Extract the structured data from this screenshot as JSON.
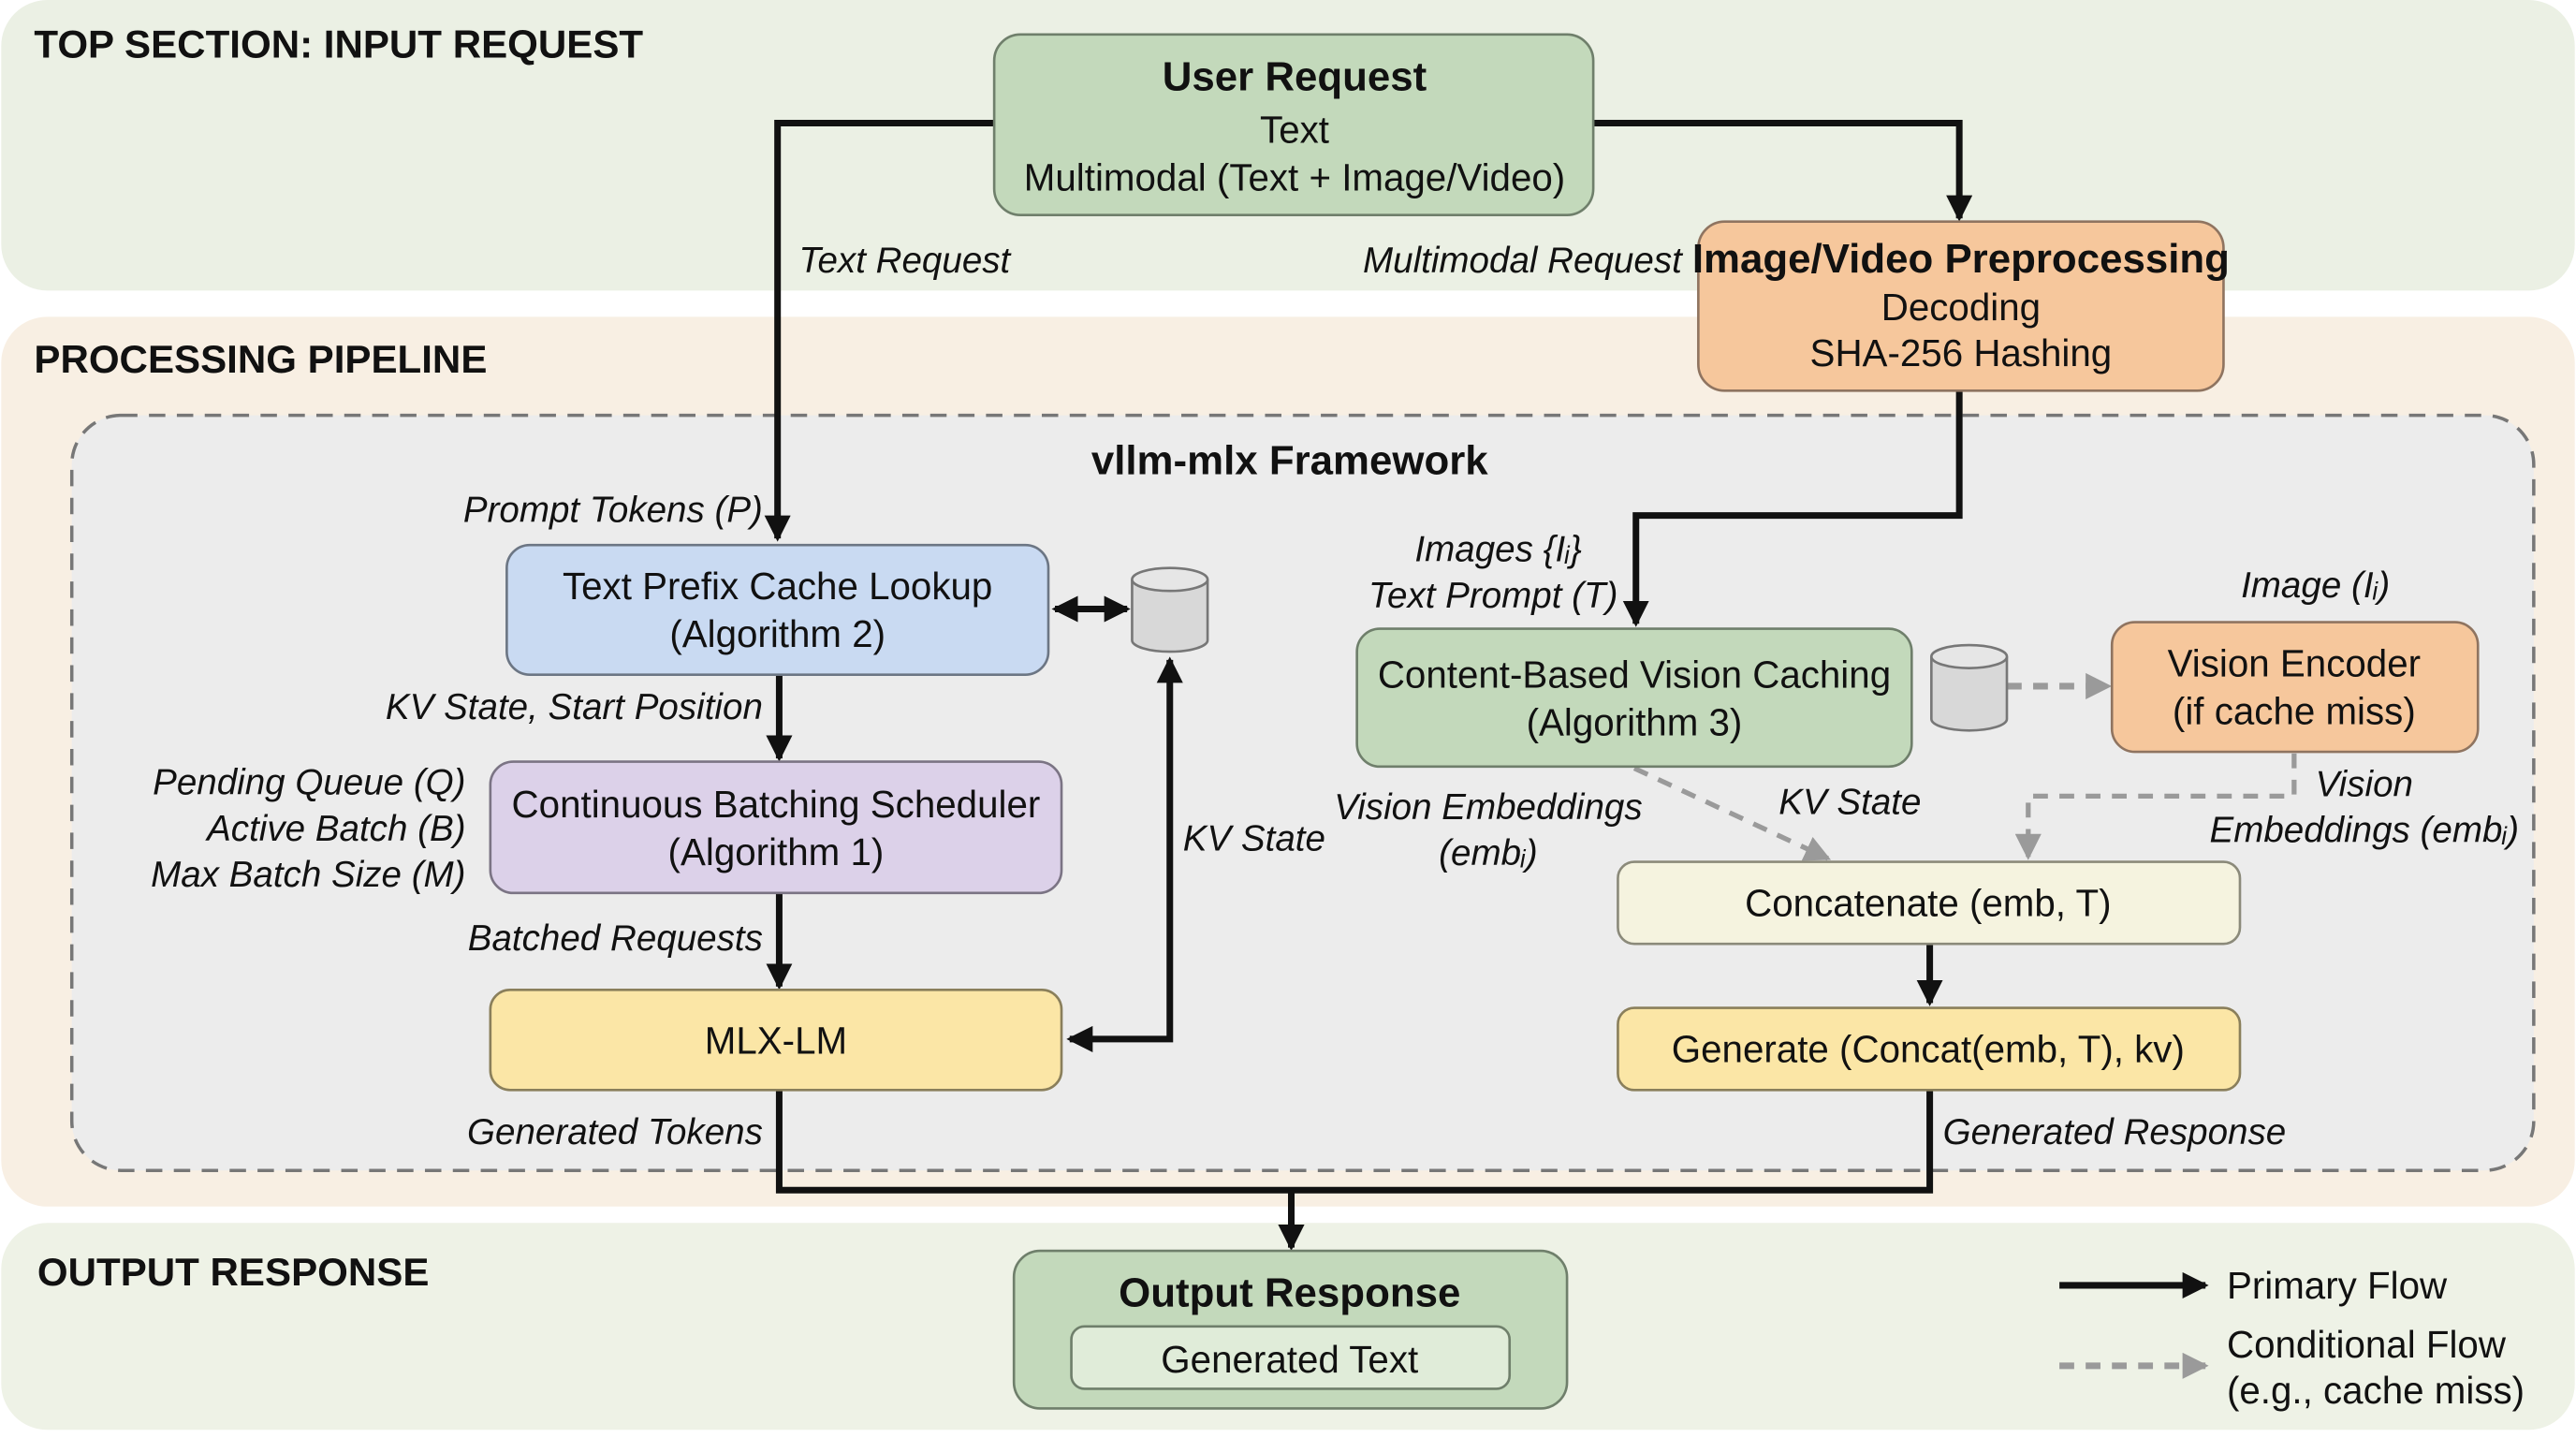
{
  "sections": {
    "top": "TOP SECTION: INPUT REQUEST",
    "pipeline": "PROCESSING PIPELINE",
    "output": "OUTPUT RESPONSE"
  },
  "framework_title": "vllm-mlx Framework",
  "colors": {
    "top_section_bg": "#ebf0e4",
    "pipeline_section_bg": "#f8efe3",
    "output_section_bg": "#eef2e6",
    "framework_bg": "#ececec",
    "green_box": "#c3d9bb",
    "orange_box": "#f6c79c",
    "blue_box": "#c9daf2",
    "purple_box": "#dcd1e9",
    "yellow_box": "#fbe6a6",
    "cream_box": "#f5f3df",
    "primary_flow": "#111111",
    "conditional_flow": "#9a9a9a"
  },
  "boxes": {
    "user_request": {
      "title": "User Request",
      "lines": [
        "Text",
        "Multimodal (Text + Image/Video)"
      ]
    },
    "preprocessing": {
      "title": "Image/Video Preprocessing",
      "lines": [
        "Decoding",
        "SHA-256 Hashing"
      ]
    },
    "text_prefix_cache": {
      "lines": [
        "Text Prefix Cache Lookup",
        "(Algorithm 2)"
      ]
    },
    "scheduler": {
      "lines": [
        "Continuous Batching Scheduler",
        "(Algorithm 1)"
      ]
    },
    "mlx_lm": {
      "lines": [
        "MLX-LM"
      ]
    },
    "vision_caching": {
      "lines": [
        "Content-Based Vision Caching",
        "(Algorithm 3)"
      ]
    },
    "vision_encoder": {
      "lines": [
        "Vision Encoder",
        "(if cache miss)"
      ]
    },
    "concatenate": {
      "lines": [
        "Concatenate (emb, T)"
      ]
    },
    "generate": {
      "lines": [
        "Generate (Concat(emb, T), kv)"
      ]
    },
    "output_response": {
      "title": "Output Response",
      "inner": "Generated Text"
    }
  },
  "labels": {
    "text_request": "Text Request",
    "multimodal_request": "Multimodal Request",
    "prompt_tokens": "Prompt Tokens (P)",
    "kv_state_start": "KV State, Start Position",
    "pending_queue": "Pending Queue (Q)",
    "active_batch": "Active Batch (B)",
    "max_batch_size": "Max Batch Size (M)",
    "batched_requests": "Batched Requests",
    "generated_tokens": "Generated Tokens",
    "kv_state_left": "KV State",
    "images": "Images {Iᵢ}",
    "text_prompt": "Text Prompt (T)",
    "image_i": "Image (Iᵢ)",
    "vision_embeddings_left_1": "Vision Embeddings",
    "vision_embeddings_left_2": "(embᵢ)",
    "kv_state_right": "KV State",
    "vision_embeddings_right_1": "Vision",
    "vision_embeddings_right_2": "Embeddings (embᵢ)",
    "generated_response": "Generated Response"
  },
  "legend": {
    "primary": "Primary Flow",
    "conditional_1": "Conditional Flow",
    "conditional_2": "(e.g., cache miss)"
  },
  "icons": {
    "kv_cache_store": "database-cylinder-icon",
    "vision_cache_store": "database-cylinder-icon"
  }
}
